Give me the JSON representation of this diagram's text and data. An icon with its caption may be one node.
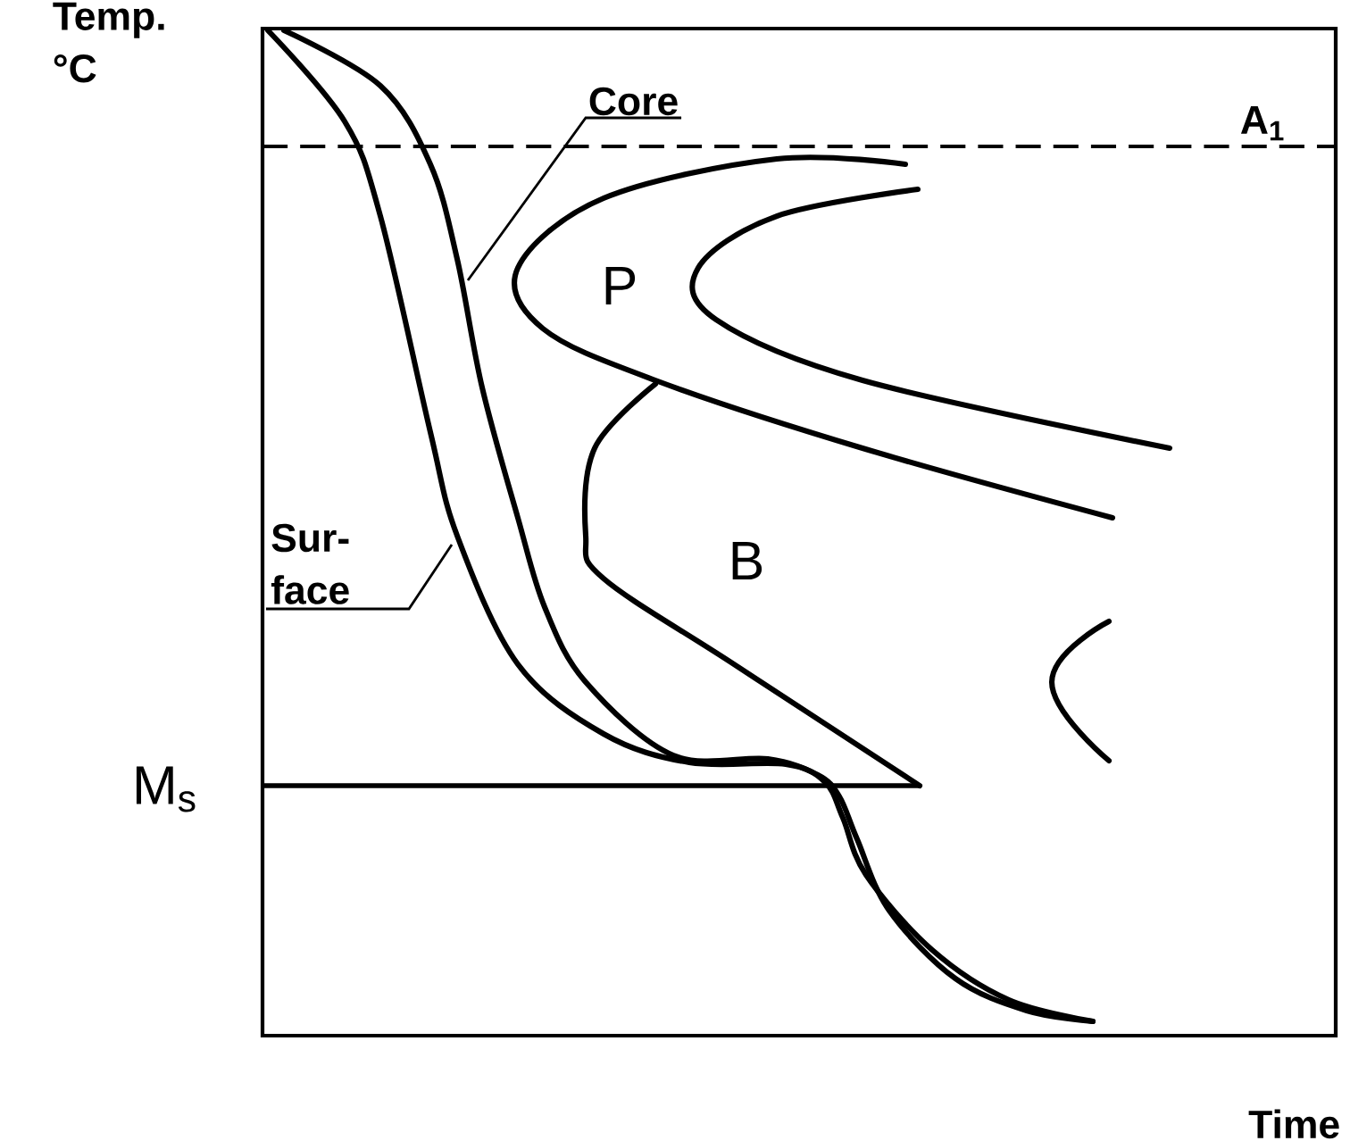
{
  "diagram": {
    "nodes": [
      {
        "text": [
          "Core"
        ]
      },
      {
        "text": [
          "Sur- face"
        ]
      }
    ],
    "edges": [
      {
        "from": 0,
        "to": null,
        "arrow": "none"
      },
      {
        "from": 1,
        "to": null,
        "arrow": "none"
      }
    ],
    "labels": [
      "Temp. °C",
      "A$_{1}$",
      "P",
      "B",
      "M$_{s}$",
      "Time"
    ]
  }
}
